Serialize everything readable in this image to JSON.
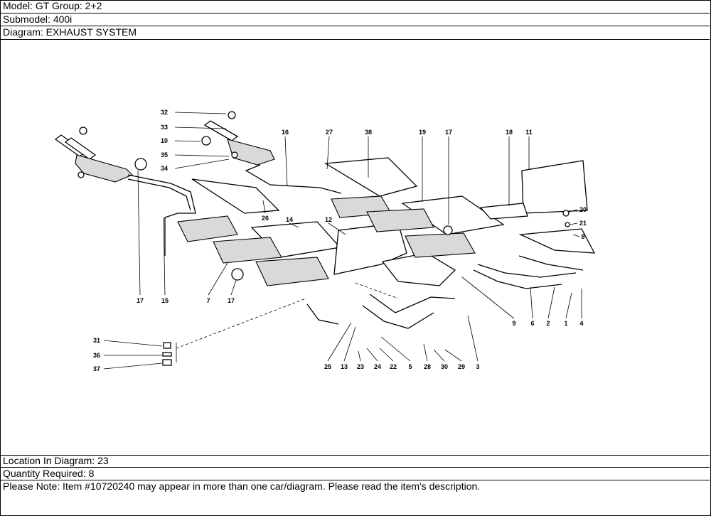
{
  "header": {
    "model": "Model: GT Group: 2+2",
    "submodel": "Submodel: 400i",
    "diagram": "Diagram: EXHAUST SYSTEM"
  },
  "footer": {
    "location": "Location In Diagram: 23",
    "quantity": "Quantity Required: 8",
    "note": "Please Note: Item #10720240 may appear in more than one car/diagram. Please read the item's description."
  },
  "callouts": [
    "32",
    "33",
    "10",
    "35",
    "34",
    "16",
    "27",
    "38",
    "19",
    "17",
    "18",
    "11",
    "20",
    "21",
    "8",
    "26",
    "14",
    "12",
    "17",
    "15",
    "7",
    "17",
    "9",
    "6",
    "2",
    "1",
    "4",
    "31",
    "36",
    "37",
    "25",
    "13",
    "23",
    "24",
    "22",
    "5",
    "28",
    "30",
    "29",
    "3"
  ]
}
